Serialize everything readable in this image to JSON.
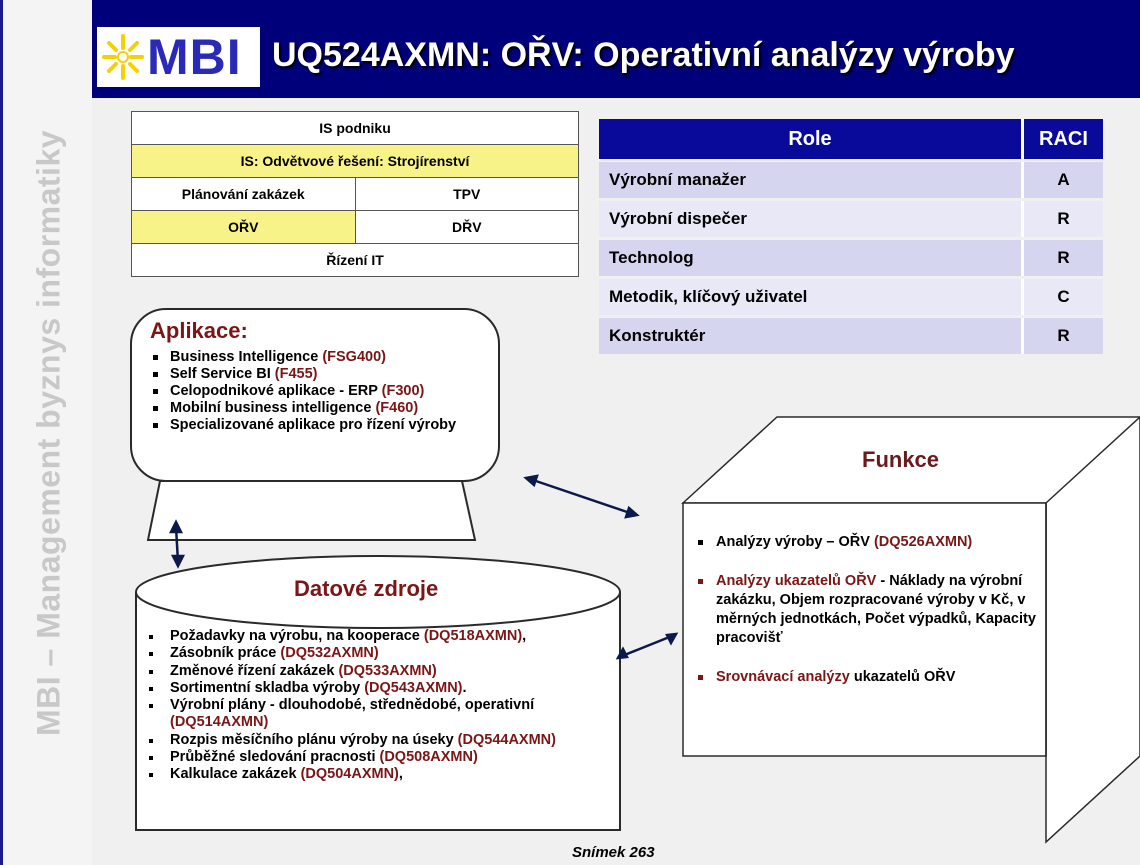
{
  "sidebar_text": "MBI – Management byznys informatiky",
  "logo": {
    "text": "MBI"
  },
  "title": "UQ524AXMN: OŘV: Operativní analýzy výroby",
  "is_table": {
    "row1": "IS podniku",
    "row2": "IS: Odvětvové řešení: Strojírenství",
    "row3_left": "Plánování zakázek",
    "row3_right": "TPV",
    "row4_left": "OŘV",
    "row4_right": "DŘV",
    "row5": "Řízení IT"
  },
  "raci": {
    "header_role": "Role",
    "header_raci": "RACI",
    "rows": [
      {
        "role": "Výrobní manažer",
        "value": "A"
      },
      {
        "role": "Výrobní dispečer",
        "value": "R"
      },
      {
        "role": "Technolog",
        "value": "R"
      },
      {
        "role": "Metodik, klíčový uživatel",
        "value": "C"
      },
      {
        "role": "Konstruktér",
        "value": "R"
      }
    ]
  },
  "applications": {
    "title": "Aplikace:",
    "items": [
      {
        "text": "Business Intelligence ",
        "code": "(FSG400)"
      },
      {
        "text": "Self Service BI ",
        "code": "(F455)"
      },
      {
        "text": "Celopodnikové aplikace - ERP ",
        "code": "(F300)"
      },
      {
        "text": "Mobilní business intelligence ",
        "code": "(F460)"
      },
      {
        "text": "Specializované aplikace pro řízení výroby",
        "code": ""
      }
    ]
  },
  "data_sources": {
    "title": "Datové zdroje",
    "items": [
      {
        "text": "Požadavky na výrobu, na kooperace ",
        "code": "(DQ518AXMN)",
        "suffix": ","
      },
      {
        "text": "Zásobník práce ",
        "code": "(DQ532AXMN)",
        "suffix": ""
      },
      {
        "text": "Změnové řízení zakázek ",
        "code": "(DQ533AXMN)",
        "suffix": ""
      },
      {
        "text": "Sortimentní skladba výroby ",
        "code": "(DQ543AXMN)",
        "suffix": "."
      },
      {
        "text": "Výrobní plány - dlouhodobé, střednědobé, operativní ",
        "code": "(DQ514AXMN)",
        "suffix": ""
      },
      {
        "text": "Rozpis měsíčního plánu výroby na úseky ",
        "code": "(DQ544AXMN)",
        "suffix": ""
      },
      {
        "text": "Průběžné sledování pracnosti ",
        "code": "(DQ508AXMN)",
        "suffix": ""
      },
      {
        "text": "Kalkulace zakázek ",
        "code": "(DQ504AXMN)",
        "suffix": ","
      }
    ]
  },
  "functions": {
    "title": "Funkce",
    "item1_text": "Analýzy výroby – OŘV ",
    "item1_code": "(DQ526AXMN)",
    "item2_red": "Analýzy ukazatelů OŘV",
    "item2_black": " - Náklady na výrobní zakázku, Objem rozpracované výroby v Kč, v měrných jednotkách, Počet výpadků, Kapacity pracovišť",
    "item3_red": "Srovnávací analýzy",
    "item3_black": " ukazatelů OŘV"
  },
  "footer": "Snímek  263",
  "colors": {
    "header_bg": "#00007a",
    "accent_dark_red": "#7a1616",
    "highlight_yellow": "#f7f388",
    "raci_header": "#0a0a9a"
  }
}
